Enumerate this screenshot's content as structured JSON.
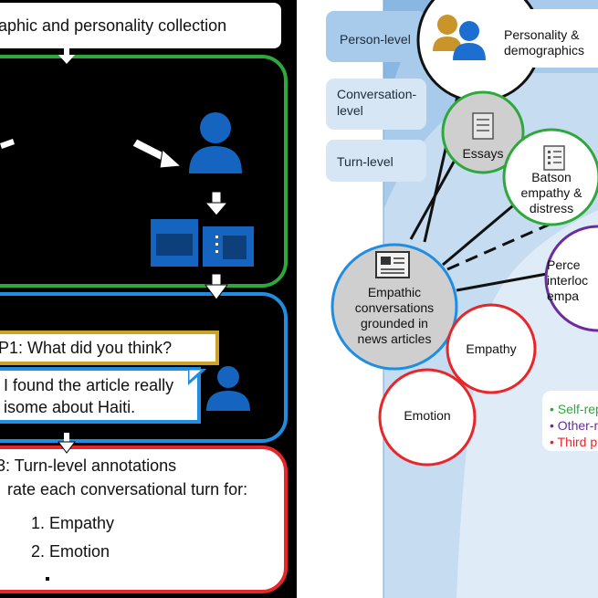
{
  "left_panel": {
    "step1_title": "aphic and personality collection",
    "utterance_p1": "P1: What did you think?",
    "utterance_p2_line1": "I found the article really",
    "utterance_p2_line2": "isome about Haiti.",
    "step3_line1": "3: Turn-level annotations",
    "step3_line2": "rate each conversational turn for:",
    "step3_items": [
      "1. Empathy",
      "2. Emotion"
    ],
    "colors": {
      "green": "#2ea83b",
      "blue": "#1f8de0",
      "red": "#e8262a",
      "yellow": "#c9a227",
      "icon": "#1565c0"
    }
  },
  "right_panel": {
    "levels": [
      "Person-level",
      "Conversation-level",
      "Turn-level"
    ],
    "nodes": {
      "personality": "Personality & demographics",
      "essays": "Essays",
      "batson": "Batson empathy & distress",
      "perceived": "Perce interloc empa",
      "center": "Empathic conversations grounded in news articles",
      "empathy": "Empathy",
      "emotion": "Emotion"
    },
    "legend": [
      {
        "text": "• Self-rep",
        "color": "#2ea83b"
      },
      {
        "text": "• Other-r",
        "color": "#6a2c9e"
      },
      {
        "text": "• Third p",
        "color": "#e8262a"
      }
    ],
    "colors": {
      "person_gold": "#c9952a",
      "person_blue": "#1c6fd1",
      "band": "#7fb0df"
    }
  }
}
